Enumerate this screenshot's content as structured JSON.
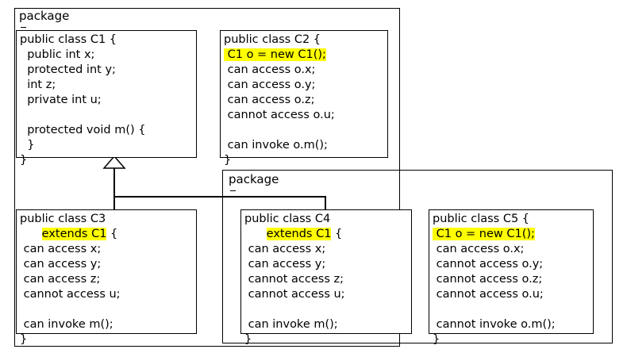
{
  "diagram": {
    "title": "Java package access modifiers UML diagram",
    "background_color": "#ffffff",
    "line_color": "#000000",
    "highlight_color": "#ffff00"
  },
  "packages": [
    {
      "name": "package-1",
      "label": "package"
    },
    {
      "name": "package-2",
      "label": "package"
    }
  ],
  "classes": {
    "c1": {
      "name": "C1",
      "lines": [
        {
          "text": "public class C1 {",
          "highlight": false
        },
        {
          "text": "  public int x;",
          "highlight": false
        },
        {
          "text": "  protected int y;",
          "highlight": false
        },
        {
          "text": "  int z;",
          "highlight": false
        },
        {
          "text": "  private int u;",
          "highlight": false
        },
        {
          "text": "",
          "highlight": false
        },
        {
          "text": "  protected void m() {",
          "highlight": false
        },
        {
          "text": "  }",
          "highlight": false
        },
        {
          "text": "}",
          "highlight": false
        }
      ]
    },
    "c2": {
      "name": "C2",
      "lines": [
        {
          "text": "public class C2 {",
          "highlight": false
        },
        {
          "text": " C1 o = new C1();",
          "highlight": true
        },
        {
          "text": " can access o.x;",
          "highlight": false
        },
        {
          "text": " can access o.y;",
          "highlight": false
        },
        {
          "text": " can access o.z;",
          "highlight": false
        },
        {
          "text": " cannot access o.u;",
          "highlight": false
        },
        {
          "text": "",
          "highlight": false
        },
        {
          "text": " can invoke o.m();",
          "highlight": false
        },
        {
          "text": "}",
          "highlight": false
        }
      ]
    },
    "c3": {
      "name": "C3",
      "lines": [
        {
          "text": "public class C3",
          "highlight": false
        },
        {
          "text": "      extends C1 {",
          "highlight": true,
          "highlight_text": "extends C1",
          "prefix": "      ",
          "suffix": " {"
        },
        {
          "text": " can access x;",
          "highlight": false
        },
        {
          "text": " can access y;",
          "highlight": false
        },
        {
          "text": " can access z;",
          "highlight": false
        },
        {
          "text": " cannot access u;",
          "highlight": false
        },
        {
          "text": "",
          "highlight": false
        },
        {
          "text": " can invoke m();",
          "highlight": false
        },
        {
          "text": "}",
          "highlight": false
        }
      ]
    },
    "c4": {
      "name": "C4",
      "lines": [
        {
          "text": "public class C4",
          "highlight": false
        },
        {
          "text": "      extends C1 {",
          "highlight": true,
          "highlight_text": "extends C1",
          "prefix": "      ",
          "suffix": " {"
        },
        {
          "text": " can access x;",
          "highlight": false
        },
        {
          "text": " can access y;",
          "highlight": false
        },
        {
          "text": " cannot access z;",
          "highlight": false
        },
        {
          "text": " cannot access u;",
          "highlight": false
        },
        {
          "text": "",
          "highlight": false
        },
        {
          "text": " can invoke m();",
          "highlight": false
        },
        {
          "text": "}",
          "highlight": false
        }
      ]
    },
    "c5": {
      "name": "C5",
      "lines": [
        {
          "text": "public class C5 {",
          "highlight": false
        },
        {
          "text": " C1 o = new C1();",
          "highlight": true
        },
        {
          "text": " can access o.x;",
          "highlight": false
        },
        {
          "text": " cannot access o.y;",
          "highlight": false
        },
        {
          "text": " cannot access o.z;",
          "highlight": false
        },
        {
          "text": " cannot access o.u;",
          "highlight": false
        },
        {
          "text": "",
          "highlight": false
        },
        {
          "text": " cannot invoke o.m();",
          "highlight": false
        },
        {
          "text": "}",
          "highlight": false
        }
      ]
    }
  },
  "relationships": [
    {
      "name": "c3-extends-c1",
      "from": "C3",
      "to": "C1",
      "type": "generalization"
    },
    {
      "name": "c4-extends-c1",
      "from": "C4",
      "to": "C1",
      "type": "generalization"
    }
  ]
}
